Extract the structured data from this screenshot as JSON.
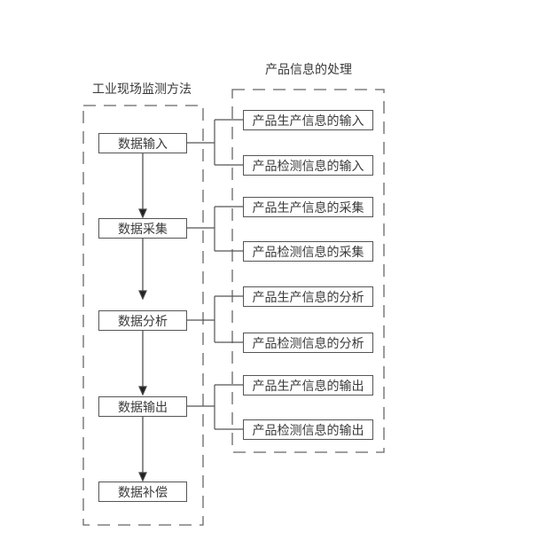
{
  "left_panel": {
    "title": "工业现场监测方法",
    "steps": [
      {
        "label": "数据输入"
      },
      {
        "label": "数据采集"
      },
      {
        "label": "数据分析"
      },
      {
        "label": "数据输出"
      },
      {
        "label": "数据补偿"
      }
    ]
  },
  "right_panel": {
    "title": "产品信息的处理",
    "items": [
      {
        "label": "产品生产信息的输入"
      },
      {
        "label": "产品检测信息的输入"
      },
      {
        "label": "产品生产信息的采集"
      },
      {
        "label": "产品检测信息的采集"
      },
      {
        "label": "产品生产信息的分析"
      },
      {
        "label": "产品检测信息的分析"
      },
      {
        "label": "产品生产信息的输出"
      },
      {
        "label": "产品检测信息的输出"
      }
    ]
  },
  "colors": {
    "line": "#555555",
    "dash": "#666666",
    "text": "#3a3a3a"
  }
}
